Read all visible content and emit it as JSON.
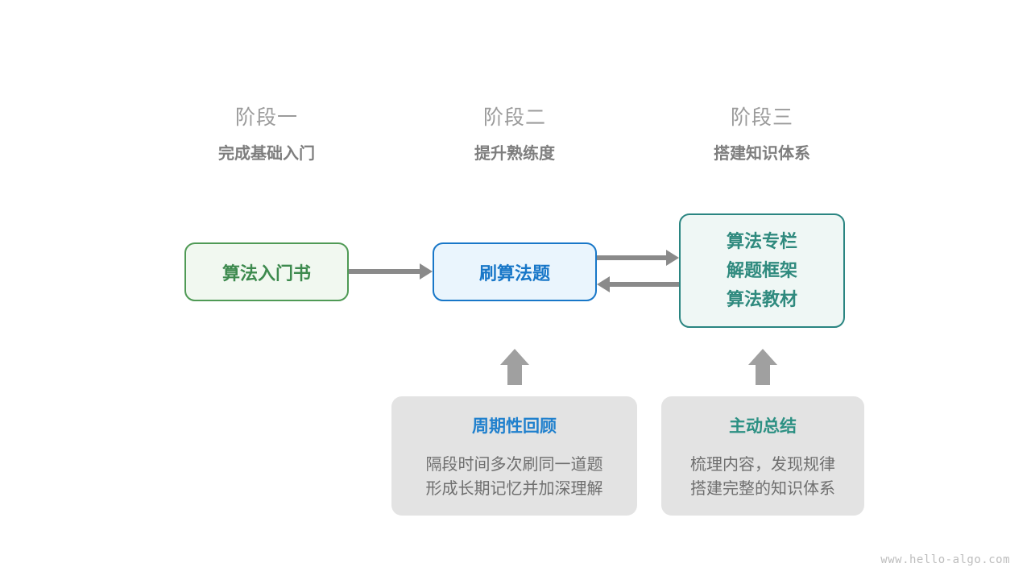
{
  "stages": [
    {
      "title": "阶段一",
      "subtitle": "完成基础入门"
    },
    {
      "title": "阶段二",
      "subtitle": "提升熟练度"
    },
    {
      "title": "阶段三",
      "subtitle": "搭建知识体系"
    }
  ],
  "nodes": {
    "book": {
      "label": "算法入门书",
      "color": "#3d8a4e",
      "border": "#4f9a55",
      "fill": "#f1f8f0"
    },
    "practice": {
      "label": "刷算法题",
      "color": "#1877c8",
      "border": "#1877c8",
      "fill": "#eaf5fd"
    },
    "system": {
      "lines": [
        "算法专栏",
        "解题框架",
        "算法教材"
      ],
      "color": "#2f8a7e",
      "border": "#2a8581",
      "fill": "#eff7f5"
    }
  },
  "cards": [
    {
      "title": "周期性回顾",
      "title_color": "#2080cd",
      "body_lines": [
        "隔段时间多次刷同一道题",
        "形成长期记忆并加深理解"
      ]
    },
    {
      "title": "主动总结",
      "title_color": "#2c9083",
      "body_lines": [
        "梳理内容，发现规律",
        "搭建完整的知识体系"
      ]
    }
  ],
  "watermark": "www.hello-algo.com"
}
